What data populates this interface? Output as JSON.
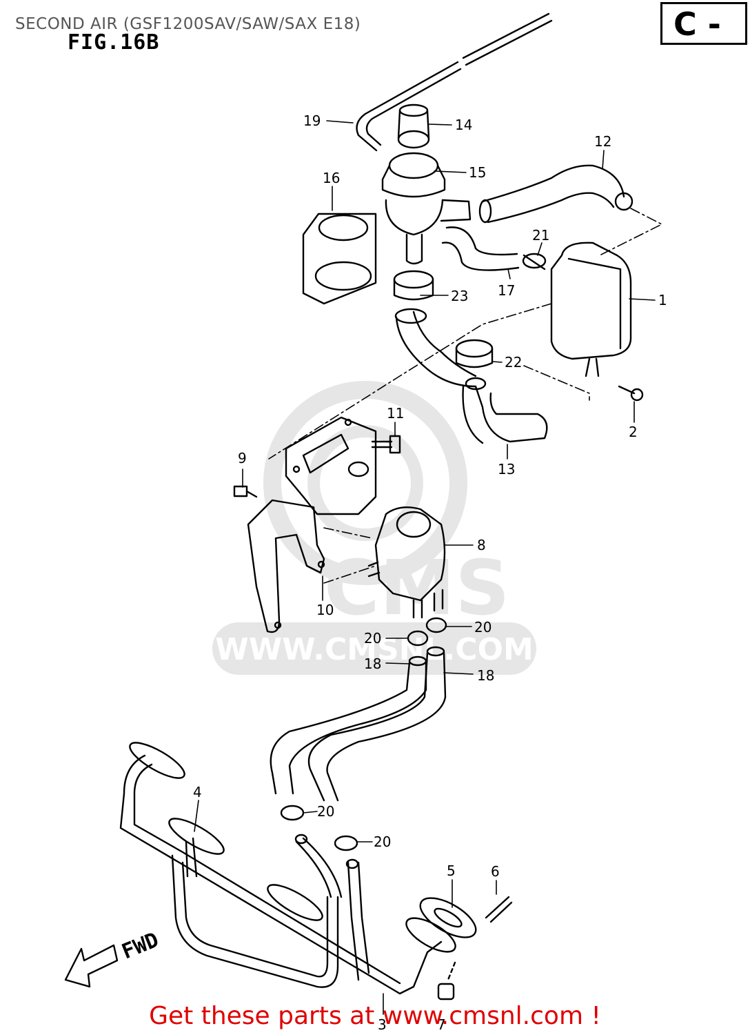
{
  "header": {
    "title": "SECOND AIR (GSF1200SAV/SAW/SAX E18)",
    "figure": "FIG.16B",
    "badge": "C -"
  },
  "watermark": "WWW.CMSNL.COM",
  "fwd_label": "FWD",
  "callouts": [
    {
      "id": "c19",
      "text": "19"
    },
    {
      "id": "c14",
      "text": "14"
    },
    {
      "id": "c12",
      "text": "12"
    },
    {
      "id": "c16",
      "text": "16"
    },
    {
      "id": "c15",
      "text": "15"
    },
    {
      "id": "c21",
      "text": "21"
    },
    {
      "id": "c17",
      "text": "17"
    },
    {
      "id": "c1",
      "text": "1"
    },
    {
      "id": "c23",
      "text": "23"
    },
    {
      "id": "c22",
      "text": "22"
    },
    {
      "id": "c2",
      "text": "2"
    },
    {
      "id": "c11",
      "text": "11"
    },
    {
      "id": "c9",
      "text": "9"
    },
    {
      "id": "c13",
      "text": "13"
    },
    {
      "id": "c8",
      "text": "8"
    },
    {
      "id": "c10",
      "text": "10"
    },
    {
      "id": "c20a",
      "text": "20"
    },
    {
      "id": "c20b",
      "text": "20"
    },
    {
      "id": "c18a",
      "text": "18"
    },
    {
      "id": "c18b",
      "text": "18"
    },
    {
      "id": "c4",
      "text": "4"
    },
    {
      "id": "c20c",
      "text": "20"
    },
    {
      "id": "c20d",
      "text": "20"
    },
    {
      "id": "c5",
      "text": "5"
    },
    {
      "id": "c6",
      "text": "6"
    },
    {
      "id": "c3",
      "text": "3"
    },
    {
      "id": "c7",
      "text": "7"
    }
  ],
  "footer": {
    "text": "Get these parts at www.cmsnl.com !"
  }
}
